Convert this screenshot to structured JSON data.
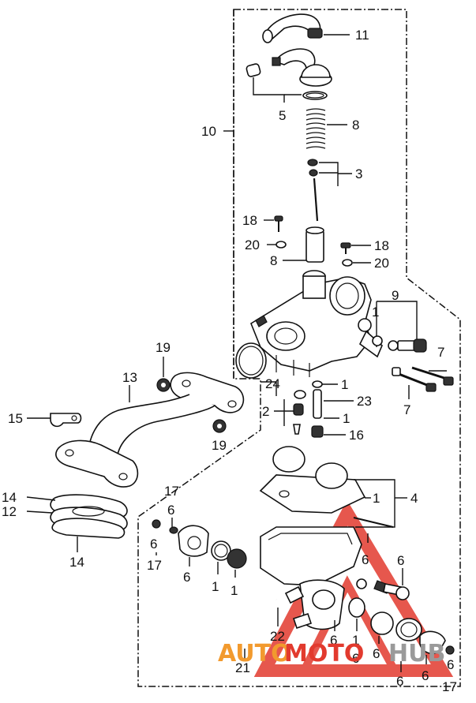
{
  "labels": {
    "l11": "11",
    "l5": "5",
    "l8a": "8",
    "l3": "3",
    "l10": "10",
    "l18a": "18",
    "l20a": "20",
    "l8b": "8",
    "l18b": "18",
    "l20b": "20",
    "l9": "9",
    "l1a": "1",
    "l7a": "7",
    "l7b": "7",
    "l19a": "19",
    "l13": "13",
    "l24": "24",
    "l1b": "1",
    "l2": "2",
    "l23": "23",
    "l1c": "1",
    "l16": "16",
    "l15": "15",
    "l19b": "19",
    "l4": "4",
    "l1d": "1",
    "l14a": "14",
    "l12": "12",
    "l17a": "17",
    "l6a": "6",
    "l6b": "6",
    "l17b": "17",
    "l14b": "14",
    "l6c": "6",
    "l1e": "1",
    "l1f": "1",
    "l6d": "6",
    "l6e": "6",
    "l22": "22",
    "l6f": "6",
    "l1g": "1",
    "l6g": "6",
    "l6h": "6",
    "l21": "21",
    "l6i": "6",
    "l6j": "6",
    "l6k": "6",
    "l17c": "17"
  },
  "watermark": {
    "part1": "AUTO",
    "part2": "MOTO",
    "part3": "HUB",
    "color_red": "#e23a2e",
    "color_orange": "#f29a2e",
    "color_gray": "#9a9a9a"
  }
}
